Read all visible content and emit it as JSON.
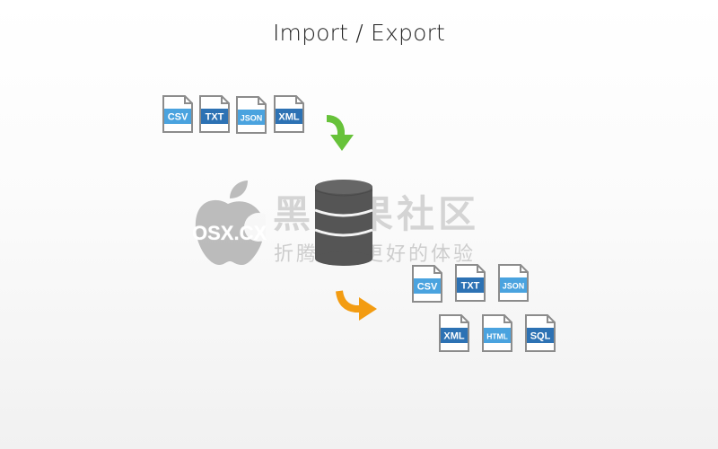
{
  "title": "Import / Export",
  "import_files": [
    {
      "label": "CSV",
      "color": "#4aa3df"
    },
    {
      "label": "TXT",
      "color": "#2d72b4"
    },
    {
      "label": "JSON",
      "color": "#4aa3df"
    },
    {
      "label": "XML",
      "color": "#2d72b4"
    }
  ],
  "export_files": [
    {
      "label": "CSV",
      "color": "#4aa3df"
    },
    {
      "label": "TXT",
      "color": "#2d72b4"
    },
    {
      "label": "JSON",
      "color": "#4aa3df"
    },
    {
      "label": "XML",
      "color": "#2d72b4"
    },
    {
      "label": "HTML",
      "color": "#4aa3df"
    },
    {
      "label": "SQL",
      "color": "#2d72b4"
    }
  ],
  "colors": {
    "import_arrow": "#67c23a",
    "export_arrow": "#f39c12",
    "database": "#555555"
  },
  "watermark": {
    "brand": "黑苹果社区",
    "slogan": "折腾从此更好的体验",
    "domain": "OSX.CX"
  }
}
